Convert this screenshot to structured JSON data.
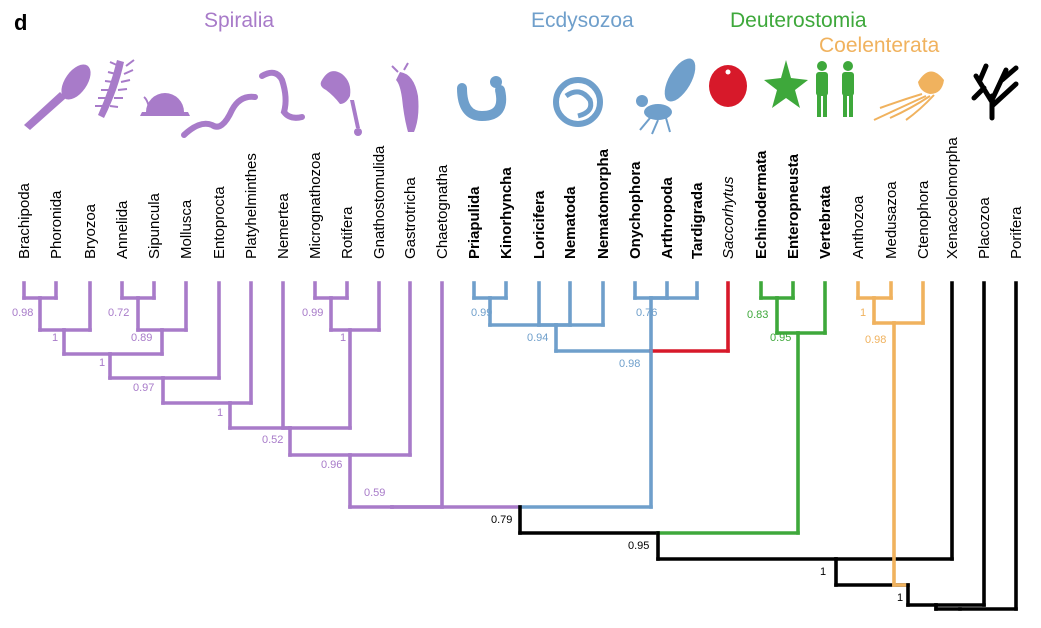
{
  "figure": {
    "panel_letter": "d",
    "colors": {
      "spiralia": "#a87bc9",
      "ecdysozoa": "#6f9fcb",
      "deuterostomia": "#3ea83b",
      "coelenterata": "#f0b25e",
      "saccorhytus": "#d7192a",
      "outgroup": "#000000"
    },
    "groups": [
      {
        "id": "spiralia",
        "label": "Spiralia",
        "color": "#a87bc9"
      },
      {
        "id": "ecdysozoa",
        "label": "Ecdysozoa",
        "color": "#6f9fcb"
      },
      {
        "id": "deuterostomia",
        "label": "Deuterostomia",
        "color": "#3ea83b"
      },
      {
        "id": "coelenterata",
        "label": "Coelenterata",
        "color": "#f0b25e"
      }
    ],
    "taxa": [
      {
        "name": "Brachipoda",
        "style": "normal",
        "group": "spiralia"
      },
      {
        "name": "Phoronida",
        "style": "normal",
        "group": "spiralia"
      },
      {
        "name": "Bryozoa",
        "style": "normal",
        "group": "spiralia"
      },
      {
        "name": "Annelida",
        "style": "normal",
        "group": "spiralia"
      },
      {
        "name": "Sipuncula",
        "style": "normal",
        "group": "spiralia"
      },
      {
        "name": "Mollusca",
        "style": "normal",
        "group": "spiralia"
      },
      {
        "name": "Entoprocta",
        "style": "normal",
        "group": "spiralia"
      },
      {
        "name": "Platyhelminthes",
        "style": "normal",
        "group": "spiralia"
      },
      {
        "name": "Nemertea",
        "style": "normal",
        "group": "spiralia"
      },
      {
        "name": "Micrognathozoa",
        "style": "normal",
        "group": "spiralia"
      },
      {
        "name": "Rotifera",
        "style": "normal",
        "group": "spiralia"
      },
      {
        "name": "Gnathostomulida",
        "style": "normal",
        "group": "spiralia"
      },
      {
        "name": "Gastrotricha",
        "style": "normal",
        "group": "spiralia"
      },
      {
        "name": "Chaetognatha",
        "style": "normal",
        "group": "spiralia"
      },
      {
        "name": "Priapulida",
        "style": "bold",
        "group": "ecdysozoa"
      },
      {
        "name": "Kinorhyncha",
        "style": "bold",
        "group": "ecdysozoa"
      },
      {
        "name": "Loricifera",
        "style": "bold",
        "group": "ecdysozoa"
      },
      {
        "name": "Nematoda",
        "style": "bold",
        "group": "ecdysozoa"
      },
      {
        "name": "Nematomorpha",
        "style": "bold",
        "group": "ecdysozoa"
      },
      {
        "name": "Onychophora",
        "style": "bold",
        "group": "ecdysozoa"
      },
      {
        "name": "Arthropoda",
        "style": "bold",
        "group": "ecdysozoa"
      },
      {
        "name": "Tardigrada",
        "style": "bold",
        "group": "ecdysozoa"
      },
      {
        "name": "Saccorhytus",
        "style": "italic",
        "group": "saccorhytus"
      },
      {
        "name": "Echinodermata",
        "style": "bold",
        "group": "deuterostomia"
      },
      {
        "name": "Enteropneusta",
        "style": "bold",
        "group": "deuterostomia"
      },
      {
        "name": "Vertebrata",
        "style": "bold",
        "group": "deuterostomia"
      },
      {
        "name": "Anthozoa",
        "style": "normal",
        "group": "coelenterata"
      },
      {
        "name": "Medusazoa",
        "style": "normal",
        "group": "coelenterata"
      },
      {
        "name": "Ctenophora",
        "style": "normal",
        "group": "coelenterata"
      },
      {
        "name": "Xenacoelomorpha",
        "style": "normal",
        "group": "outgroup"
      },
      {
        "name": "Placozoa",
        "style": "normal",
        "group": "outgroup"
      },
      {
        "name": "Porifera",
        "style": "normal",
        "group": "outgroup"
      }
    ],
    "support_values": [
      {
        "node": "brachiopoda-phoronida",
        "value": "0.98",
        "group": "spiralia"
      },
      {
        "node": "annelida-sipuncula",
        "value": "0.72",
        "group": "spiralia"
      },
      {
        "node": "plus-bryozoa",
        "value": "1",
        "group": "spiralia"
      },
      {
        "node": "plus-mollusca",
        "value": "0.89",
        "group": "spiralia"
      },
      {
        "node": "lophotrochozoa",
        "value": "1",
        "group": "spiralia"
      },
      {
        "node": "plus-entoprocta",
        "value": "0.97",
        "group": "spiralia"
      },
      {
        "node": "plus-platyhelminthes",
        "value": "1",
        "group": "spiralia"
      },
      {
        "node": "micrognathozoa-rotifera",
        "value": "0.99",
        "group": "spiralia"
      },
      {
        "node": "plus-gnathostomulida",
        "value": "1",
        "group": "spiralia"
      },
      {
        "node": "plus-nemertea-gnathifera",
        "value": "0.52",
        "group": "spiralia"
      },
      {
        "node": "plus-gastrotricha",
        "value": "0.96",
        "group": "spiralia"
      },
      {
        "node": "spiralia",
        "value": "0.59",
        "group": "spiralia"
      },
      {
        "node": "priapulida-kinorhyncha",
        "value": "0.99",
        "group": "ecdysozoa"
      },
      {
        "node": "scalidophora",
        "value": "0.94",
        "group": "ecdysozoa"
      },
      {
        "node": "panarthropoda",
        "value": "0.76",
        "group": "ecdysozoa"
      },
      {
        "node": "ecdysozoa",
        "value": "0.98",
        "group": "ecdysozoa"
      },
      {
        "node": "echinodermata-enteropneusta",
        "value": "0.83",
        "group": "deuterostomia"
      },
      {
        "node": "deuterostomia",
        "value": "0.95",
        "group": "deuterostomia"
      },
      {
        "node": "anthozoa-medusazoa",
        "value": "1",
        "group": "coelenterata"
      },
      {
        "node": "coelenterata",
        "value": "0.98",
        "group": "coelenterata"
      },
      {
        "node": "protostomia",
        "value": "0.79",
        "group": "outgroup"
      },
      {
        "node": "bilateria",
        "value": "0.95",
        "group": "outgroup"
      },
      {
        "node": "planulozoa",
        "value": "1",
        "group": "outgroup"
      },
      {
        "node": "metazoa",
        "value": "1",
        "group": "outgroup"
      }
    ],
    "silhouettes": [
      {
        "icon": "brachiopod-icon",
        "group": "spiralia"
      },
      {
        "icon": "annelid-worm-icon",
        "group": "spiralia"
      },
      {
        "icon": "snail-icon",
        "group": "spiralia"
      },
      {
        "icon": "flatworm-icon",
        "group": "spiralia"
      },
      {
        "icon": "nemertean-icon",
        "group": "spiralia"
      },
      {
        "icon": "rotifer-icon",
        "group": "spiralia"
      },
      {
        "icon": "gastrotrich-icon",
        "group": "spiralia"
      },
      {
        "icon": "priapulid-icon",
        "group": "ecdysozoa"
      },
      {
        "icon": "nematode-icon",
        "group": "ecdysozoa"
      },
      {
        "icon": "fly-icon",
        "group": "ecdysozoa"
      },
      {
        "icon": "saccorhytus-icon",
        "group": "saccorhytus"
      },
      {
        "icon": "starfish-icon",
        "group": "deuterostomia"
      },
      {
        "icon": "humans-icon",
        "group": "deuterostomia"
      },
      {
        "icon": "jellyfish-icon",
        "group": "coelenterata"
      },
      {
        "icon": "sponge-icon",
        "group": "outgroup"
      }
    ]
  }
}
